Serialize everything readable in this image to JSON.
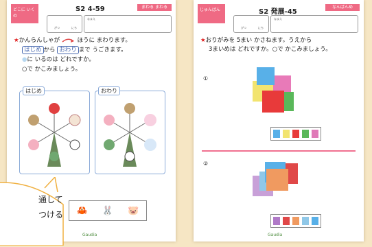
{
  "sheet1": {
    "corner": "どこに いくの",
    "code": "S2 4-59",
    "tag": "まわる まわる",
    "date_labels": [
      "がつ",
      "にち"
    ],
    "name_label": "なまえ",
    "q_line1": "かんらんしゃが",
    "q_line1b": "ほうに まわります。",
    "q_line2a": "はじめ",
    "q_line2b": "から",
    "q_line2c": "おわり",
    "q_line2d": "まで うごきます。",
    "q_line3": "に いるのは どれですか。",
    "q_line4": "○で かこみましょう。",
    "panel1_label": "はじめ",
    "panel2_label": "おわり",
    "answers": [
      "🦀",
      "🐰",
      "🐷"
    ],
    "footer": "Gaudia"
  },
  "sheet2": {
    "corner": "じゅんばん",
    "code": "S2 発展-45",
    "tag": "なんばんめ",
    "date_labels": [
      "がつ",
      "にち"
    ],
    "name_label": "なまえ",
    "q_line1": "おりがみを 5まい かさねます。うえから",
    "q_line2": "3まいめは どれですか。○で かこみましょう。",
    "item1": "①",
    "item2": "②",
    "swatches1": [
      "#58b0e8",
      "#f2e470",
      "#e83a3a",
      "#5ab85a",
      "#e07ab8"
    ],
    "swatches2": [
      "#b07ac8",
      "#e04848",
      "#f09a60",
      "#90c8e8",
      "#58b0e8"
    ],
    "footer": "Gaudia"
  },
  "callout": {
    "line1": "通して",
    "line2": "つける"
  }
}
